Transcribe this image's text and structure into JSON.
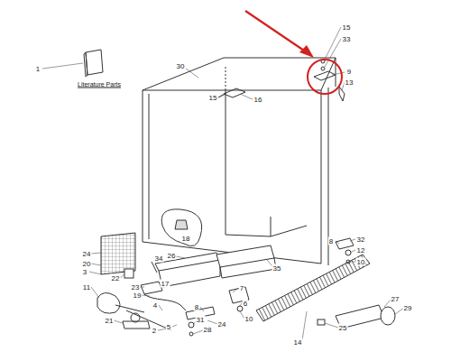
{
  "diagram": {
    "labels": [
      "1",
      "Literature Parts",
      "30",
      "15",
      "33",
      "9",
      "13",
      "15",
      "16",
      "18",
      "32",
      "12",
      "8",
      "10",
      "24",
      "20",
      "34",
      "26",
      "35",
      "3",
      "22",
      "11",
      "23",
      "17",
      "19",
      "7",
      "4",
      "8",
      "6",
      "21",
      "2",
      "5",
      "31",
      "28",
      "24",
      "10",
      "14",
      "25",
      "27",
      "29"
    ]
  }
}
